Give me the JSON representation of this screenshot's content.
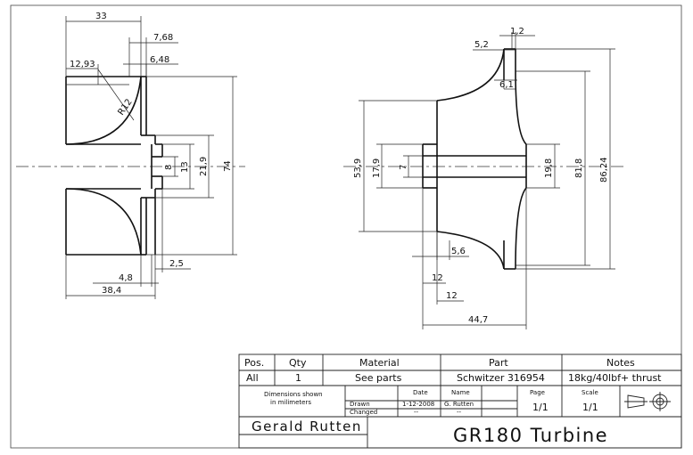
{
  "dimensions_left": {
    "d33": "33",
    "d7_68": "7,68",
    "d6_48": "6,48",
    "d12_93": "12,93",
    "r12": "R12",
    "d8": "8",
    "d13": "13",
    "d21_9": "21,9",
    "d74": "74",
    "d4_8": "4,8",
    "d2_5": "2,5",
    "d38_4": "38,4"
  },
  "dimensions_right": {
    "d1_2": "1,2",
    "d5_2": "5,2",
    "d6_1": "6,1",
    "d53_9": "53,9",
    "d17_9": "17,9",
    "d7": "7",
    "d19_8": "19,8",
    "d81_8": "81,8",
    "d86_24": "86,24",
    "d5_6": "5,6",
    "d12a": "12",
    "d12b": "12",
    "d44_7": "44,7"
  },
  "title_block": {
    "headers": {
      "pos": "Pos.",
      "qty": "Qty",
      "material": "Material",
      "part": "Part",
      "notes": "Notes"
    },
    "row": {
      "pos": "All",
      "qty": "1",
      "material": "See parts",
      "part": "Schwitzer 316954",
      "notes": "18kg/40lbf+ thrust"
    },
    "dims_note_line1": "Dimensions shown",
    "dims_note_line2": "in milimeters",
    "date_label": "Date",
    "name_label": "Name",
    "page_label": "Page",
    "scale_label": "Scale",
    "drawn_label": "Drawn",
    "changed_label": "Changed",
    "drawn_date": "1-12-2008",
    "drawn_name": "G. Rutten",
    "changed_date": "--",
    "changed_name": "--",
    "page_value": "1/1",
    "scale_value": "1/1",
    "author": "Gerald Rutten",
    "drawing_title": "GR180 Turbine"
  }
}
